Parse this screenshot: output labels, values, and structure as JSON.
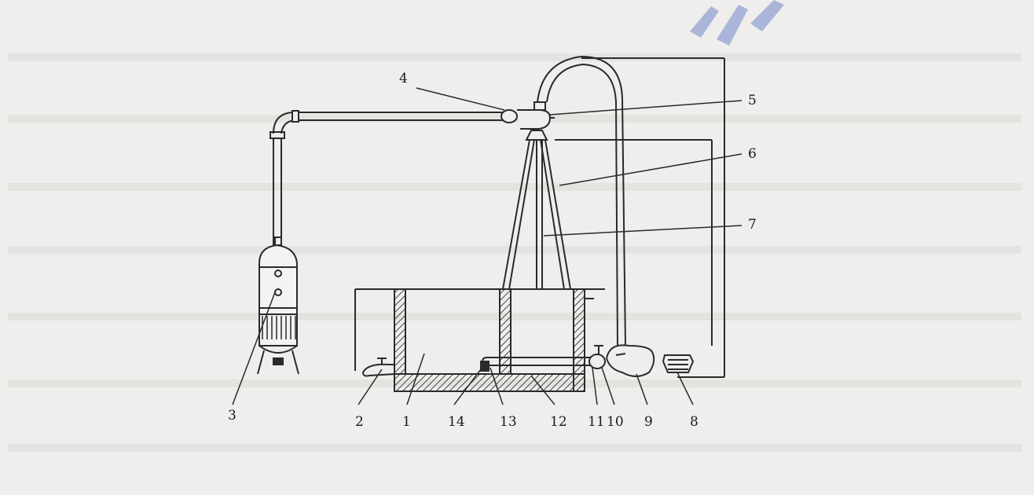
{
  "labels": [
    "1",
    "2",
    "3",
    "4",
    "5",
    "6",
    "7",
    "8",
    "9",
    "10",
    "11",
    "12",
    "13",
    "14"
  ],
  "colors": {
    "ink": "#2a2a2a",
    "paper": "#efeeec",
    "hatch": "#444444",
    "watermark": "#9aa8d6"
  }
}
